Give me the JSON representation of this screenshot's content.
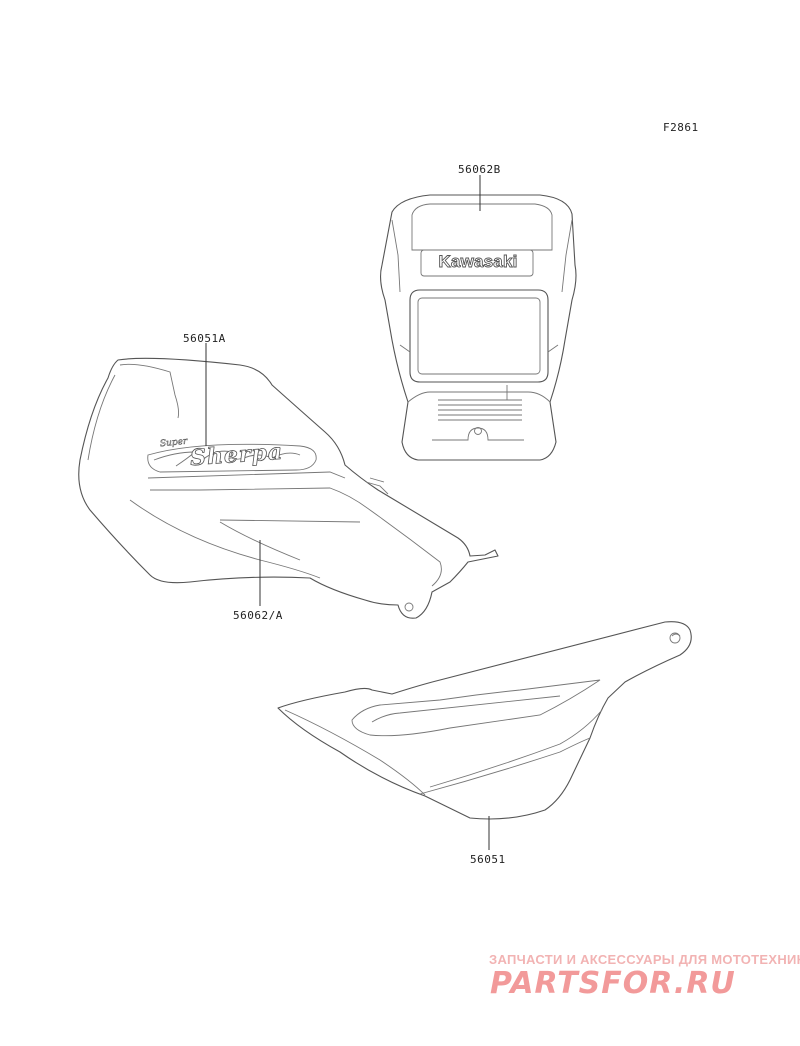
{
  "figure": {
    "code": "F2861"
  },
  "parts": [
    {
      "part_no": "56062B"
    },
    {
      "part_no": "56051A"
    },
    {
      "part_no": "56062/A"
    },
    {
      "part_no": "56051"
    }
  ],
  "decals": {
    "brand_text": "Kawasaki",
    "model_script": "Sherpa",
    "model_prefix": "Super"
  },
  "watermark": {
    "tagline": "ЗАПЧАСТИ И АКСЕССУАРЫ ДЛЯ МОТОТЕХНИКИ",
    "site": "PARTSFOR.RU",
    "color": "#f29a9a"
  }
}
